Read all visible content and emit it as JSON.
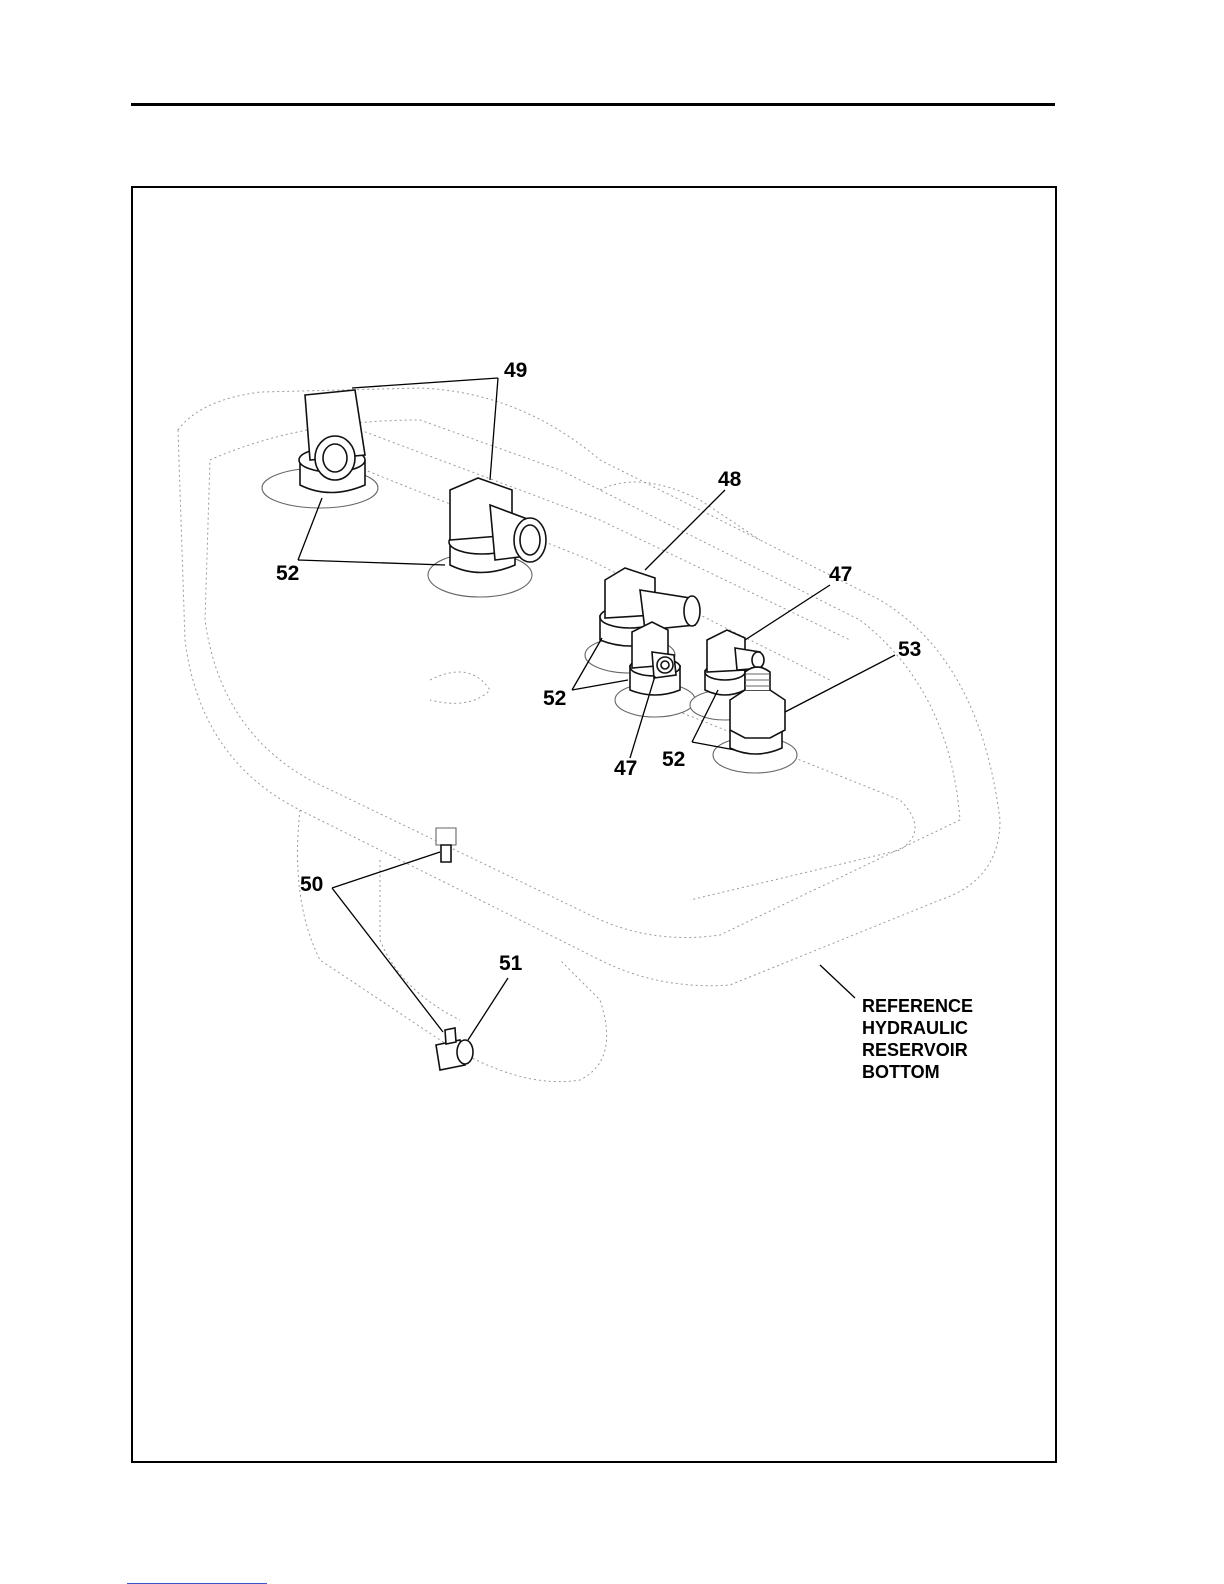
{
  "callouts": {
    "c49": "49",
    "c48": "48",
    "c47a": "47",
    "c53": "53",
    "c52a": "52",
    "c52b": "52",
    "c47b": "47",
    "c52c": "52",
    "c50": "50",
    "c51": "51"
  },
  "reference_label": {
    "line1": "REFERENCE",
    "line2": "HYDRAULIC",
    "line3": "RESERVOIR",
    "line4": "BOTTOM"
  }
}
